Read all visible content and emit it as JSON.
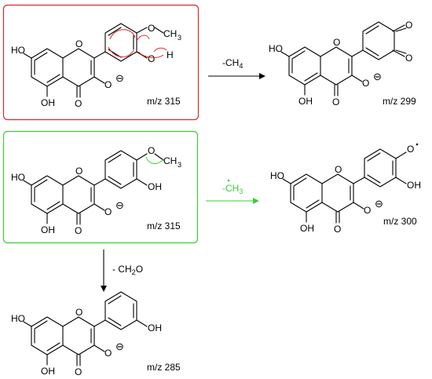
{
  "boxes": [
    {
      "color": "#e0272b",
      "mz": "m/z 315"
    },
    {
      "color": "#3dcc37",
      "mz": "m/z 315"
    }
  ],
  "products": [
    {
      "mz": "m/z 299"
    },
    {
      "mz": "m/z 300"
    },
    {
      "mz": "m/z 285"
    }
  ],
  "arrows": {
    "loss1": "-CH",
    "loss1_sub": "4",
    "loss2": "-CH",
    "loss2_sub": "3",
    "loss3": "- CH",
    "loss3_sub": "2",
    "loss3_tail": "O"
  },
  "atoms": {
    "oh": "OH",
    "ho": "HO",
    "o": "O",
    "h": "H",
    "ch3": "CH",
    "ch3_sub": "3"
  },
  "colors": {
    "red": "#e0272b",
    "green": "#3dcc37",
    "black": "#000000"
  }
}
